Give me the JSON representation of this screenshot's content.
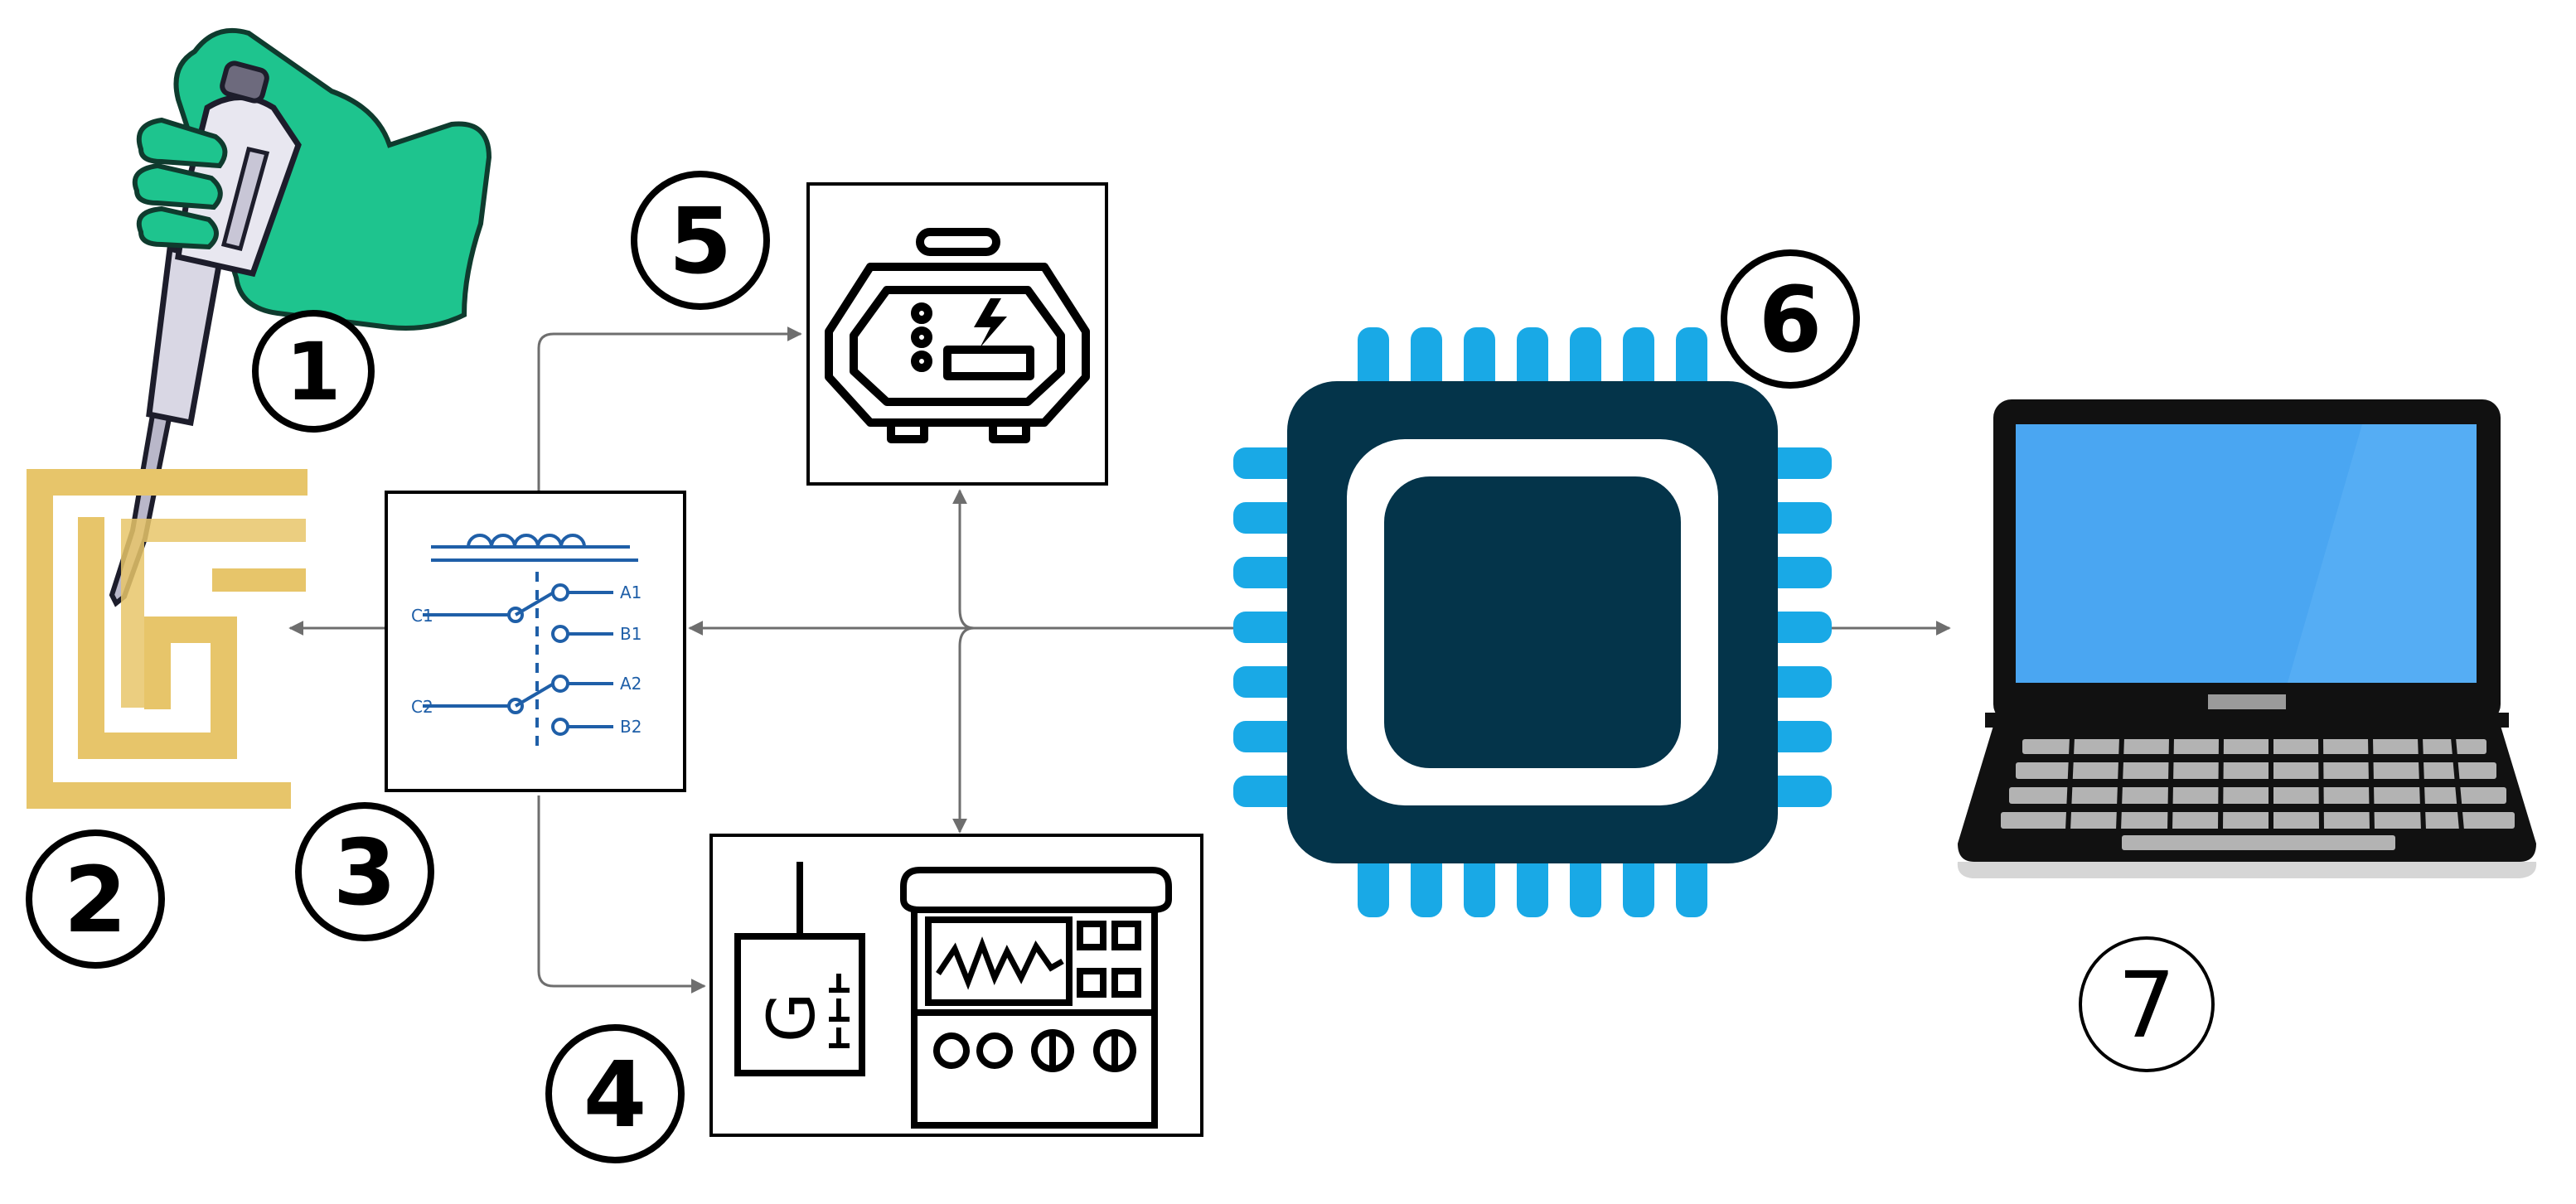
{
  "diagram": {
    "labels": {
      "pipette": "1",
      "electrode": "2",
      "relay": "3",
      "signal_generator": "4",
      "power_supply": "5",
      "microcontroller": "6",
      "computer": "7"
    },
    "relay_terminals": {
      "c1": "C1",
      "c2": "C2",
      "a1": "A1",
      "b1": "B1",
      "a2": "A2",
      "b2": "B2"
    },
    "generator_letter": "G",
    "colors": {
      "glove": "#1ec48e",
      "electrode": "#e7c56a",
      "relay_lines": "#1f5fa8",
      "chip_body": "#04344a",
      "chip_pins": "#19a9e6",
      "laptop_screen": "#4aa6f2",
      "arrows": "#6e6e6e"
    },
    "icons": {
      "pipette": "pipette-icon",
      "electrode": "interdigitated-electrode-icon",
      "relay": "relay-switch-icon",
      "signal_generator": "signal-generator-icon",
      "power_supply": "power-supply-icon",
      "microcontroller": "microchip-icon",
      "computer": "laptop-icon"
    }
  }
}
